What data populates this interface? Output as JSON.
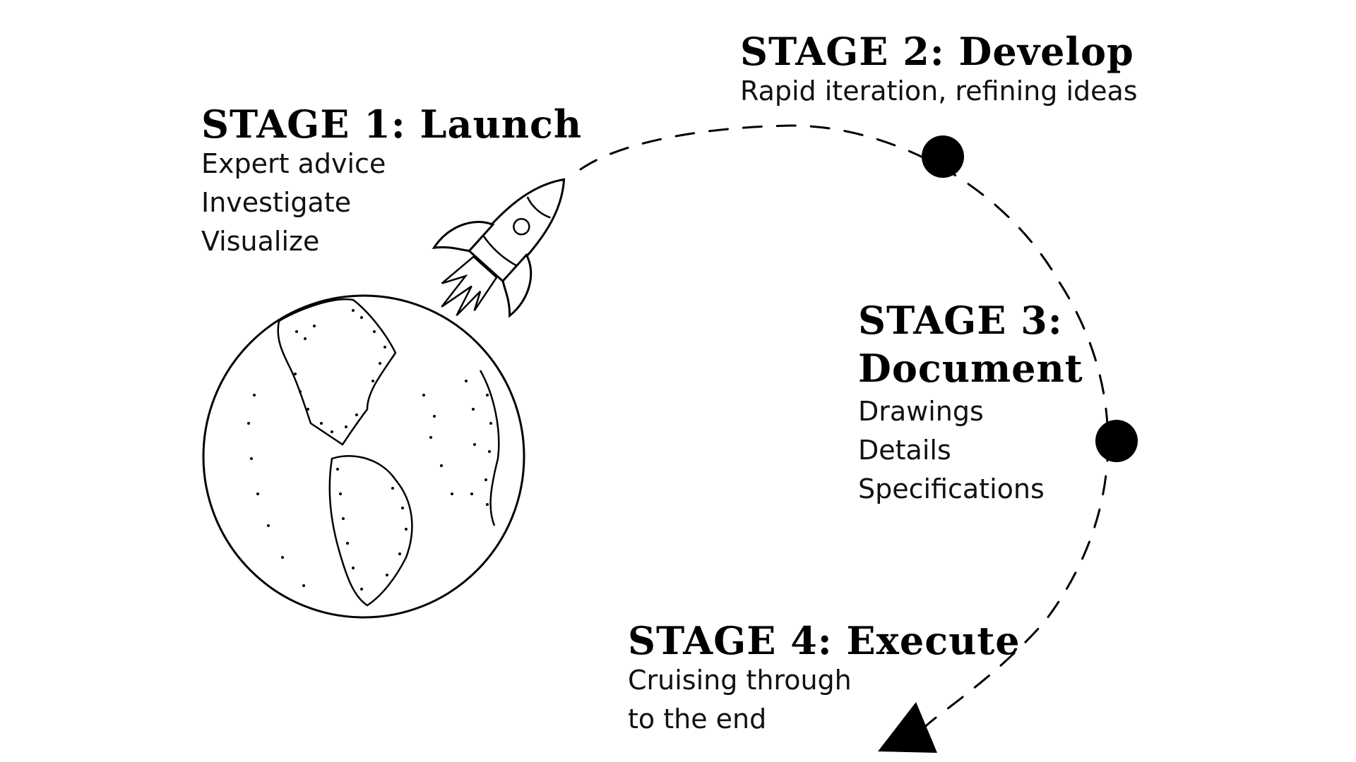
{
  "stages": [
    {
      "title": "STAGE 1: Launch",
      "lines": [
        "Expert advice",
        "Investigate",
        "Visualize"
      ]
    },
    {
      "title": "STAGE 2: Develop",
      "lines": [
        "Rapid iteration, refining ideas"
      ]
    },
    {
      "title_line_1": "STAGE 3:",
      "title_line_2": "Document",
      "lines": [
        "Drawings",
        "Details",
        "Specifications"
      ]
    },
    {
      "title": "STAGE 4: Execute",
      "lines": [
        "Cruising through",
        "to the end"
      ]
    }
  ],
  "icons": {
    "earth": "earth-globe-icon",
    "rocket": "rocket-icon",
    "milestone": "milestone-dot-icon",
    "arrowhead": "arrowhead-icon"
  },
  "colors": {
    "ink": "#000000",
    "background": "#ffffff"
  }
}
